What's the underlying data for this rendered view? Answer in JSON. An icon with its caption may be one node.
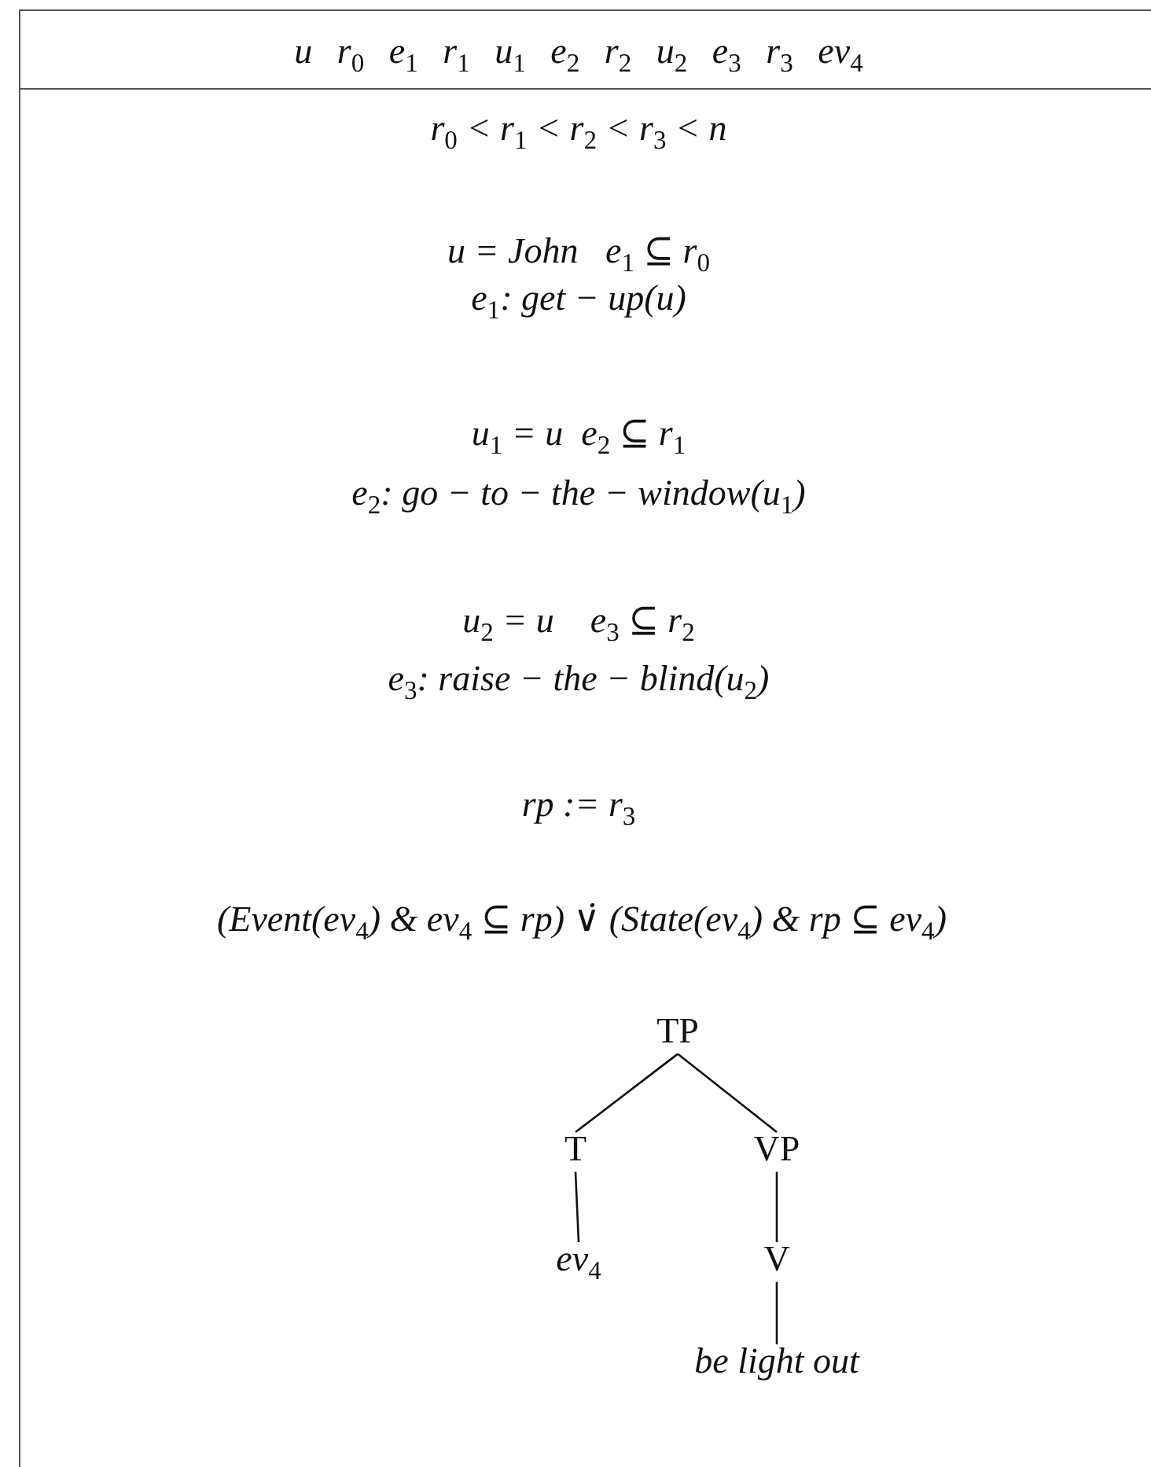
{
  "diagram": {
    "nodes": [
      {
        "text": [
          "u r$_{0}$ e$_{1}$ r$_{1}$ u$_{1}$ e$_{2}$ r$_{2}$ u$_{2}$ e$_{3}$ r$_{3}$ ev$_{4}$",
          "r$_{0}$ < r$_{1}$ < r$_{2}$ < r$_{3}$ < n",
          "u = John   e$_{1}$ ⊆ r$_{0}$",
          "e$_{1}$: get − up(u)",
          "u$_{1}$ = u  e$_{2}$ ⊆ r$_{1}$",
          "e$_{2}$: go − to − the − window(u$_{1}$)",
          "u$_{2}$ = u    e$_{3}$ ⊆ r$_{2}$",
          "e$_{3}$: raise − the − blind(u$_{2}$)",
          "rp := r$_{3}$",
          "(Event(ev$_{4}$) & ev$_{4}$ ⊆ rp) ∨̇ (State(ev$_{4}$) & rp ⊆ ev$_{4}$)"
        ]
      },
      {
        "text": [
          "TP"
        ],
        "in": 0
      },
      {
        "text": [
          "T"
        ],
        "in": 0
      },
      {
        "text": [
          "VP"
        ],
        "in": 0
      },
      {
        "text": [
          "ev$_{4}$"
        ],
        "in": 0
      },
      {
        "text": [
          "V"
        ],
        "in": 0
      },
      {
        "text": [
          "be light out"
        ],
        "in": 0
      }
    ],
    "edges": [
      {
        "from": 1,
        "to": 2,
        "arrow": "none"
      },
      {
        "from": 1,
        "to": 3,
        "arrow": "none"
      },
      {
        "from": 2,
        "to": 4,
        "arrow": "none"
      },
      {
        "from": 3,
        "to": 5,
        "arrow": "none"
      },
      {
        "from": 5,
        "to": 6,
        "arrow": "none"
      }
    ]
  }
}
